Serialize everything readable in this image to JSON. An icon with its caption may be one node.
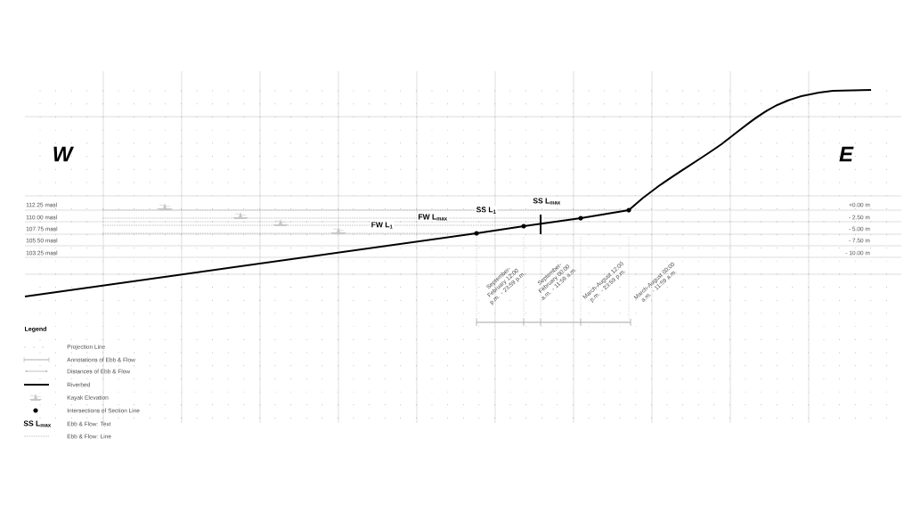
{
  "diagram": {
    "labels": [
      "W",
      "E",
      "SS L$_{max}$",
      "SS L$_{1}$",
      "FW L$_{max}$",
      "FW L$_{1}$",
      "112.25 masl",
      "+0.00 m",
      "110.00 masl",
      "- 2.50 m",
      "107.75 masl",
      "- 5.00 m",
      "105.50 masl",
      "- 7.50 m",
      "103.25 masl",
      "- 10.00 m",
      "September-February 12:00 p.m. - 23:59 p.m.",
      "September-February 00:00 a.m. - 11:59 a.m.",
      "March-August 12:00 p.m. - 23:59 p.m.",
      "March-August 00:00 a.m. - 11:59 a.m.",
      "Legend",
      "SS L$_{max}$"
    ],
    "legend": [
      {
        "text": "Projection Line"
      },
      {
        "text": "Annotations of Ebb & Flow"
      },
      {
        "text": "Distances of Ebb & Flow"
      },
      {
        "text": "Riverbed"
      },
      {
        "text": "Kayak Elevation"
      },
      {
        "text": "Intersections of Section Line"
      },
      {
        "text": "Ebb & Flow: Text"
      },
      {
        "text": "Ebb & Flow: Line"
      }
    ]
  }
}
